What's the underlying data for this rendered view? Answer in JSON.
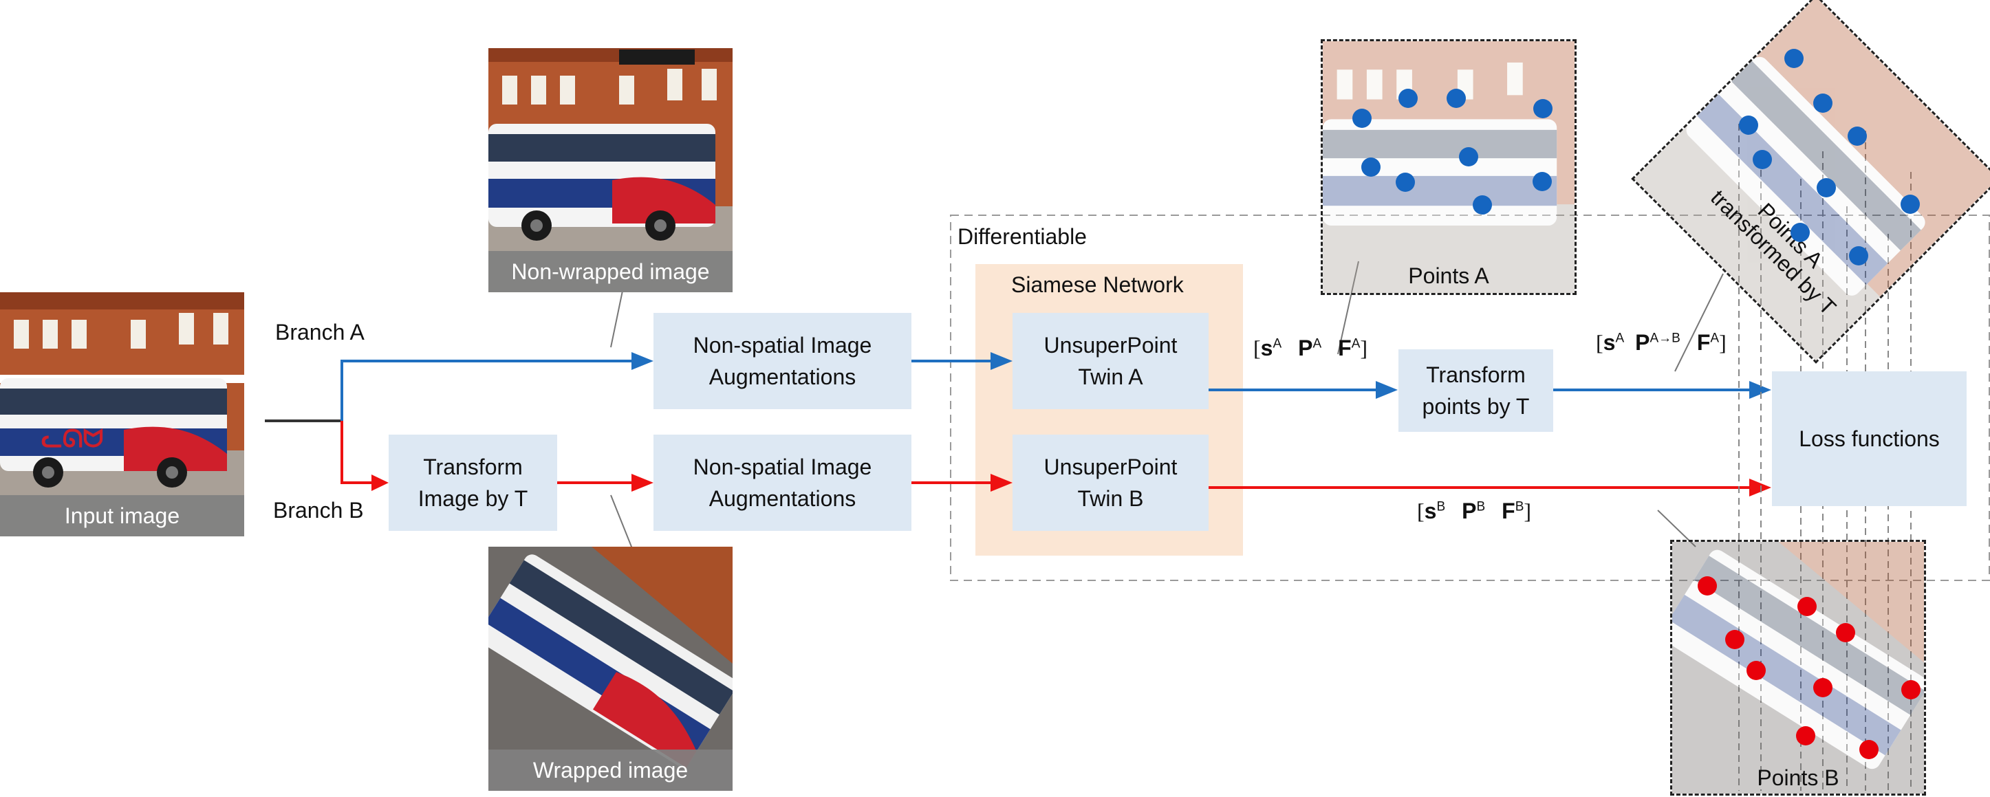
{
  "labels": {
    "differentiable": "Differentiable",
    "siamese_network": "Siamese Network",
    "branch_a": "Branch A",
    "branch_b": "Branch B"
  },
  "captions": {
    "input_image": "Input image",
    "non_wrapped_image": "Non-wrapped image",
    "wrapped_image": "Wrapped image",
    "points_a": "Points A",
    "points_b": "Points B",
    "points_a_transformed_line1": "Points A",
    "points_a_transformed_line2": "transformed by T"
  },
  "boxes": {
    "transform_image": [
      "Transform",
      "Image by T"
    ],
    "augment_a": [
      "Non-spatial Image",
      "Augmentations"
    ],
    "augment_b": [
      "Non-spatial Image",
      "Augmentations"
    ],
    "twin_a": [
      "UnsuperPoint",
      "Twin A"
    ],
    "twin_b": [
      "UnsuperPoint",
      "Twin B"
    ],
    "transform_points": [
      "Transform",
      "points by T"
    ],
    "loss": "Loss functions"
  },
  "math": {
    "output_a": {
      "open": "[",
      "s": "s",
      "s_sup": "A",
      "p": "P",
      "p_sup": "A",
      "f": "F",
      "f_sup": "A",
      "close": "]"
    },
    "output_b": {
      "open": "[",
      "s": "s",
      "s_sup": "B",
      "p": "P",
      "p_sup": "B",
      "f": "F",
      "f_sup": "B",
      "close": "]"
    },
    "output_transformed": {
      "open": "[",
      "s": "s",
      "s_sup": "A",
      "p": "P",
      "p_sup": "A→B",
      "f": "F",
      "f_sup": "A",
      "close": "]"
    }
  },
  "colors": {
    "branch_a": "#1f6fc0",
    "branch_b": "#ee1111",
    "box_fill": "#dde8f3",
    "siamese_fill": "#fbe6d4",
    "point_a": "#1565c0",
    "point_b": "#e8000b",
    "caption_bg": "#808080"
  }
}
